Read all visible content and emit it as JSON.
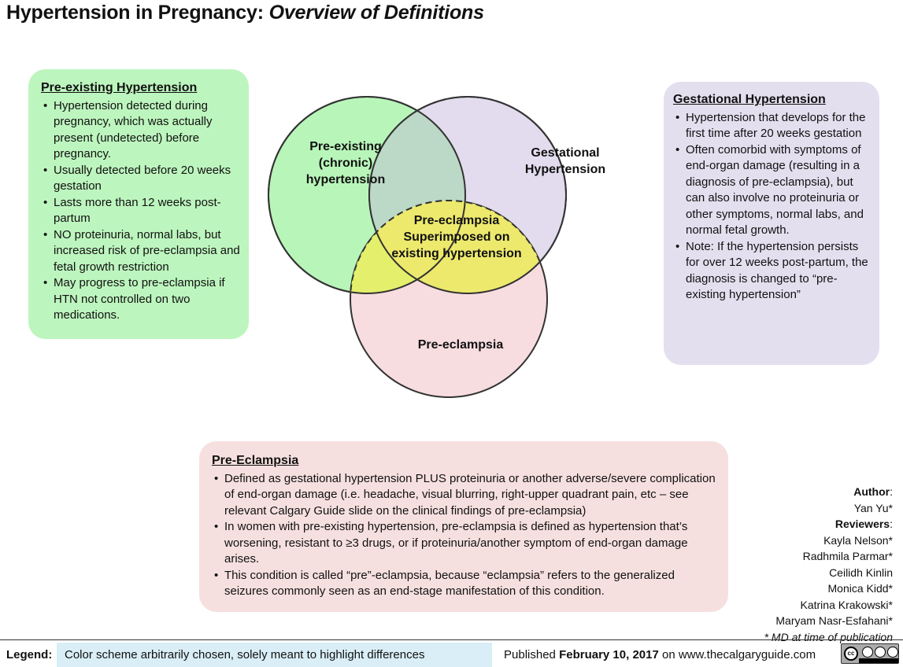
{
  "title": {
    "main": "Hypertension in Pregnancy: ",
    "emphasis": "Overview of Definitions"
  },
  "preexisting_box": {
    "heading": "Pre-existing Hypertension",
    "bullets": [
      "Hypertension detected during pregnancy, which was actually present (undetected) before pregnancy.",
      "Usually detected before 20 weeks gestation",
      "Lasts more than 12 weeks post-partum",
      "NO proteinuria, normal labs, but increased risk of pre-eclampsia and fetal growth restriction",
      "May progress to pre-eclampsia if HTN not controlled on two medications."
    ]
  },
  "gestational_box": {
    "heading": "Gestational Hypertension",
    "bullets": [
      "Hypertension that develops for the first time after 20 weeks gestation",
      "Often comorbid with symptoms of end-organ damage (resulting in a diagnosis of pre-eclampsia), but can also involve no proteinuria or other symptoms, normal labs, and normal fetal growth.",
      "Note: If the hypertension persists for over 12 weeks post-partum, the diagnosis is changed to “pre-existing hypertension”"
    ]
  },
  "venn": {
    "chronic_label": "Pre-existing\n(chronic)\nhypertension",
    "gestational_label": "Gestational\nHypertension",
    "superimposed_label": "Pre-eclampsia\nSuperimposed on\nexisting hypertension",
    "preeclampsia_label": "Pre-eclampsia",
    "colors": {
      "chronic": "#b8f5b9",
      "gestational": "#e2dcee",
      "preeclampsia": "#f7dde0",
      "overlap_top": "#bcd8c6",
      "overlap_yellow": "#ede96d",
      "overlap_yellow_green": "#e4f06b"
    }
  },
  "preeclampsia_box": {
    "heading": "Pre-Eclampsia",
    "bullets": [
      "Defined as gestational hypertension PLUS proteinuria or another adverse/severe complication of end-organ damage (i.e. headache, visual blurring, right-upper quadrant pain, etc – see relevant Calgary Guide slide on the clinical findings of pre-eclampsia)",
      "In women with pre-existing hypertension, pre-eclampsia is defined as hypertension that’s worsening, resistant to ≥3 drugs, or if proteinuria/another symptom of end-organ damage arises.",
      "This condition is called “pre”-eclampsia, because “eclampsia” refers to the generalized seizures commonly seen as an end-stage manifestation of this condition."
    ]
  },
  "credits": {
    "author_label": "Author",
    "author": "Yan Yu*",
    "reviewers_label": "Reviewers",
    "reviewers": [
      "Kayla Nelson*",
      "Radhmila Parmar*",
      "Ceilidh Kinlin",
      "Monica Kidd*",
      "Katrina Krakowski*",
      "Maryam Nasr-Esfahani*"
    ],
    "note": "* MD at time of publication"
  },
  "footer": {
    "legend_label": "Legend:",
    "legend_text": "Color scheme arbitrarily chosen, solely meant to highlight differences",
    "published_prefix": "Published ",
    "published_date": "February 10, 2017",
    "published_suffix": " on www.thecalgaryguide.com",
    "license_text": "cc",
    "legend_bg": "#d9eef6"
  }
}
